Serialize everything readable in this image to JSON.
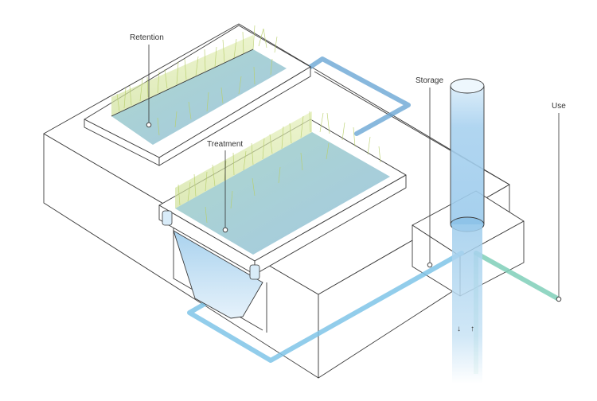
{
  "labels": {
    "retention": "Retention",
    "treatment": "Treatment",
    "storage": "Storage",
    "use": "Use"
  },
  "arrows": {
    "down": "↓",
    "up": "↑"
  },
  "colors": {
    "pipe_blue": "#7fc4e8",
    "pipe_blue_dark": "#6aa6d4",
    "pipe_green": "#7fcfb8",
    "water": "#a9cfe3",
    "grass": "#b8cf6a",
    "tank": "#aed3ee",
    "outline": "#3a3a3a"
  }
}
